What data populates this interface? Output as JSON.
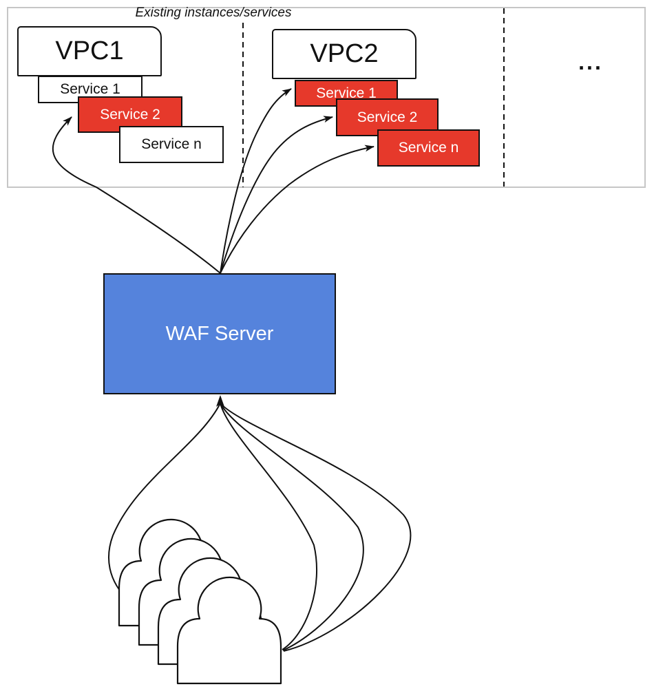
{
  "diagram": {
    "title": "Existing instances/services",
    "ellipsis": "...",
    "colors": {
      "highlight_red": "#e6392b",
      "waf_blue": "#5583dc",
      "border_gray": "#c6c6c6",
      "outline_black": "#111111"
    },
    "vpcs": [
      {
        "label": "VPC1",
        "services": [
          {
            "label": "Service 1",
            "highlighted": false
          },
          {
            "label": "Service 2",
            "highlighted": true
          },
          {
            "label": "Service n",
            "highlighted": false
          }
        ]
      },
      {
        "label": "VPC2",
        "services": [
          {
            "label": "Service 1",
            "highlighted": true
          },
          {
            "label": "Service 2",
            "highlighted": true
          },
          {
            "label": "Service n",
            "highlighted": true
          }
        ]
      }
    ],
    "waf_label": "WAF Server",
    "users": {
      "icon": "user-icon",
      "count": 4
    }
  }
}
